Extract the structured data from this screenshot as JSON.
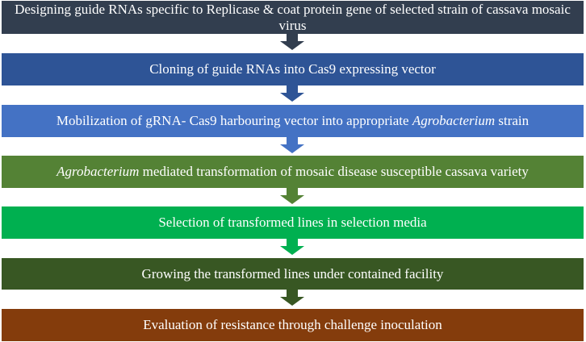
{
  "steps": [
    {
      "id": "step-1",
      "text": "Designing guide RNAs specific to Replicase  & coat protein gene of selected strain of  cassava mosaic virus",
      "color": "#323E4F"
    },
    {
      "id": "step-2",
      "text": "Cloning of guide RNAs into Cas9 expressing vector",
      "color": "#2E5496"
    },
    {
      "id": "step-3",
      "pre": "Mobilization of gRNA- Cas9 harbouring vector into appropriate ",
      "italic": "Agrobacterium",
      "post": " strain",
      "color": "#4472C4"
    },
    {
      "id": "step-4",
      "pre": "",
      "italic": "Agrobacterium",
      "post": " mediated transformation of mosaic disease susceptible cassava variety",
      "color": "#548235"
    },
    {
      "id": "step-5",
      "text": "Selection of transformed lines in selection media",
      "color": "#00B050"
    },
    {
      "id": "step-6",
      "text": "Growing the transformed lines under contained facility",
      "color": "#385723"
    },
    {
      "id": "step-7",
      "text": "Evaluation of resistance through challenge inoculation",
      "color": "#843C0C"
    }
  ],
  "arrows": [
    {
      "id": "arrow-1",
      "color": "#323E4F"
    },
    {
      "id": "arrow-2",
      "color": "#2E5496"
    },
    {
      "id": "arrow-3",
      "color": "#4472C4"
    },
    {
      "id": "arrow-4",
      "color": "#548235"
    },
    {
      "id": "arrow-5",
      "color": "#00B050"
    },
    {
      "id": "arrow-6",
      "color": "#385723"
    }
  ]
}
